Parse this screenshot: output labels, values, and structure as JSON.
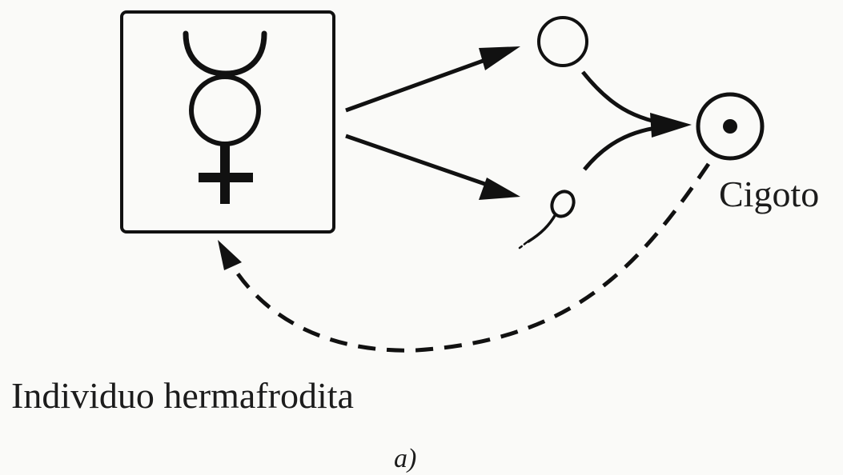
{
  "diagram": {
    "zygote_label": "Cigoto",
    "individual_label": "Individuo hermafrodita",
    "caption": "a)",
    "ink_color": "#111111",
    "background_color": "#fafaf8"
  }
}
